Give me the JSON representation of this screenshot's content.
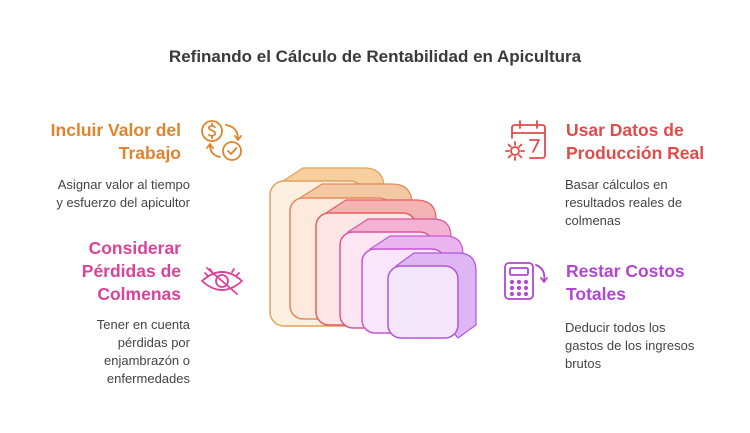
{
  "title": "Refinando el Cálculo de Rentabilidad en Apicultura",
  "colors": {
    "orange": "#e0842b",
    "pink": "#d9439a",
    "red": "#e44a4a",
    "purple": "#b245d6"
  },
  "items": [
    {
      "heading": [
        "Incluir Valor del",
        "Trabajo"
      ],
      "desc": [
        "Asignar valor al tiempo",
        "y esfuerzo del apicultor"
      ],
      "icon": "money-check-icon"
    },
    {
      "heading": [
        "Considerar",
        "Pérdidas de",
        "Colmenas"
      ],
      "desc": [
        "Tener en cuenta",
        "pérdidas por",
        "enjambrazón o",
        "enfermedades"
      ],
      "icon": "eye-off-icon"
    },
    {
      "heading": [
        "Usar Datos de",
        "Producción Real"
      ],
      "desc": [
        "Basar cálculos en",
        "resultados reales de",
        "colmenas"
      ],
      "icon": "calendar-gear-icon"
    },
    {
      "heading": [
        "Restar Costos",
        "Totales"
      ],
      "desc": [
        "Deducir todos los",
        "gastos de los ingresos",
        "brutos"
      ],
      "icon": "calculator-icon"
    }
  ]
}
